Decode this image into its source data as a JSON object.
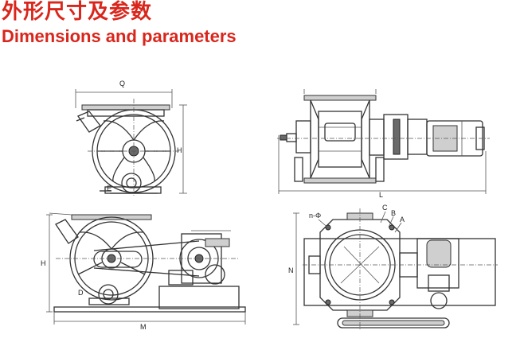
{
  "header": {
    "title_cn": "外形尺寸及参数",
    "title_en": "Dimensions and parameters"
  },
  "labels": {
    "q": "Q",
    "h_top": "H",
    "e": "E",
    "l": "L",
    "h_bottom": "H",
    "d": "D",
    "m": "M",
    "n_phi": "n-Φ",
    "c": "C",
    "b": "B",
    "a": "A",
    "n": "N"
  },
  "colors": {
    "title": "#d9261c",
    "line": "#333333"
  }
}
